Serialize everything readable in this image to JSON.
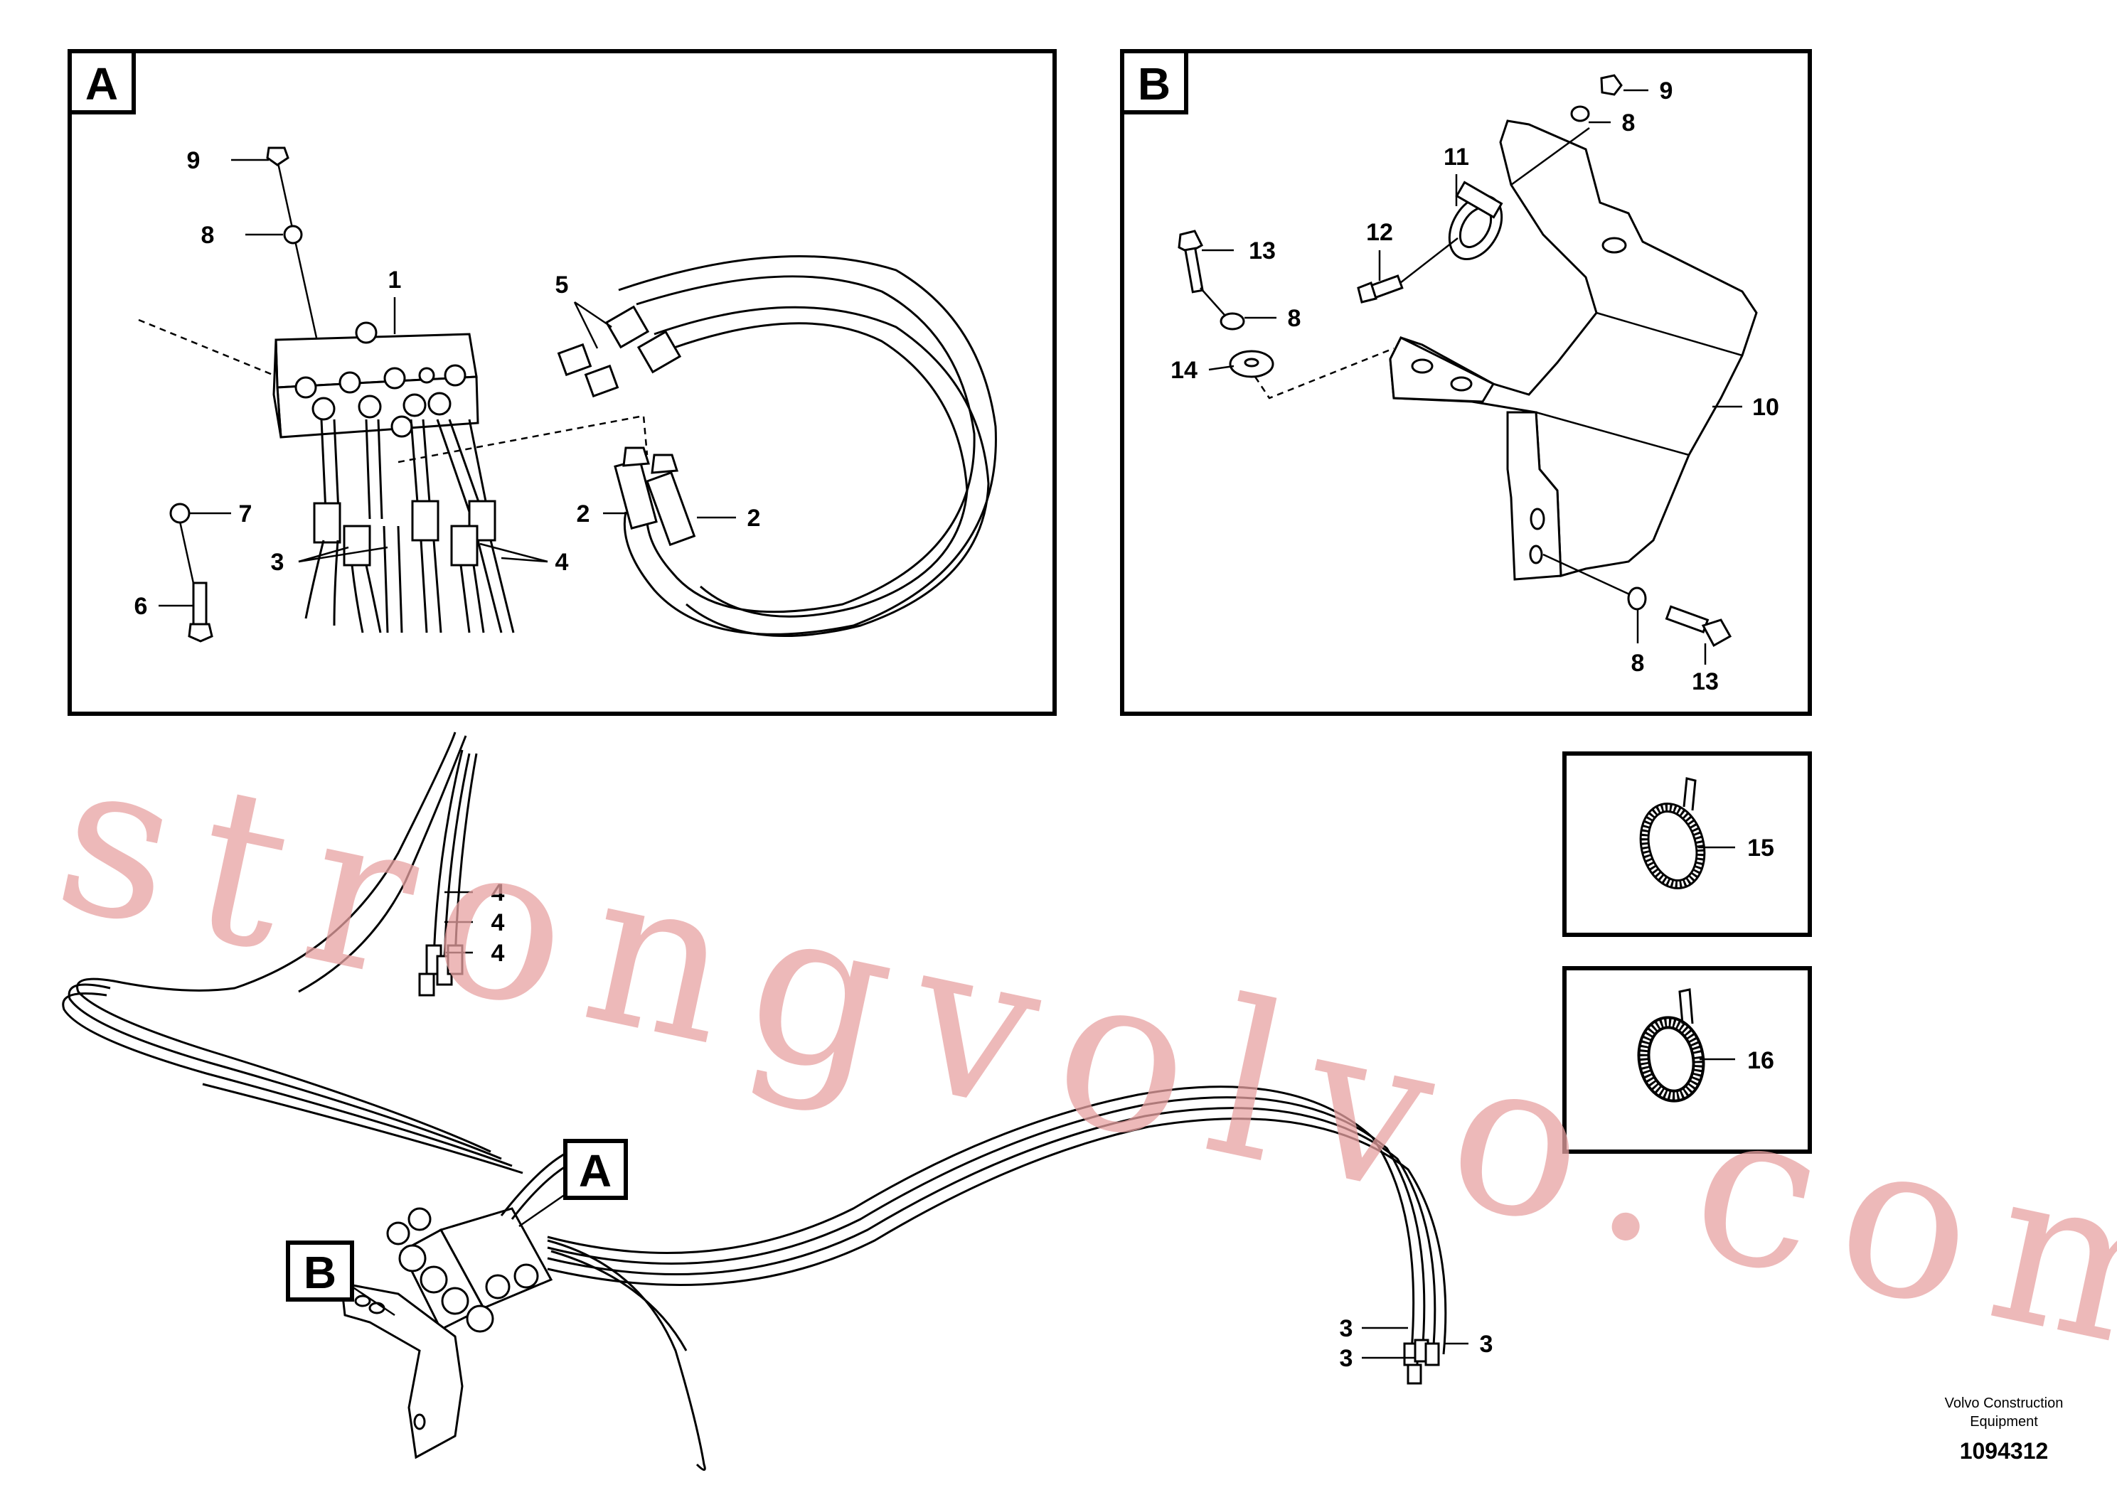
{
  "detail_boxes": [
    {
      "letter": "A"
    },
    {
      "letter": "B"
    }
  ],
  "overview_labels": {
    "a": "A",
    "b": "B"
  },
  "callouts": {
    "a_9": "9",
    "a_8": "8",
    "a_1": "1",
    "a_5": "5",
    "a_7": "7",
    "a_6": "6",
    "a_3": "3",
    "a_4": "4",
    "a_2_left": "2",
    "a_2_right": "2",
    "b_9": "9",
    "b_8_top": "8",
    "b_11": "11",
    "b_12": "12",
    "b_13_top": "13",
    "b_8_mid": "8",
    "b_14": "14",
    "b_10": "10",
    "b_8_bottom": "8",
    "b_13_bottom": "13",
    "c_15": "15",
    "c_16": "16",
    "m_4_1": "4",
    "m_4_2": "4",
    "m_4_3": "4",
    "m_3_1": "3",
    "m_3_2": "3",
    "m_3_3": "3"
  },
  "watermark": "strongvolvo.com",
  "footer": {
    "company_line1": "Volvo Construction",
    "company_line2": "Equipment",
    "drawing_number": "1094312"
  }
}
